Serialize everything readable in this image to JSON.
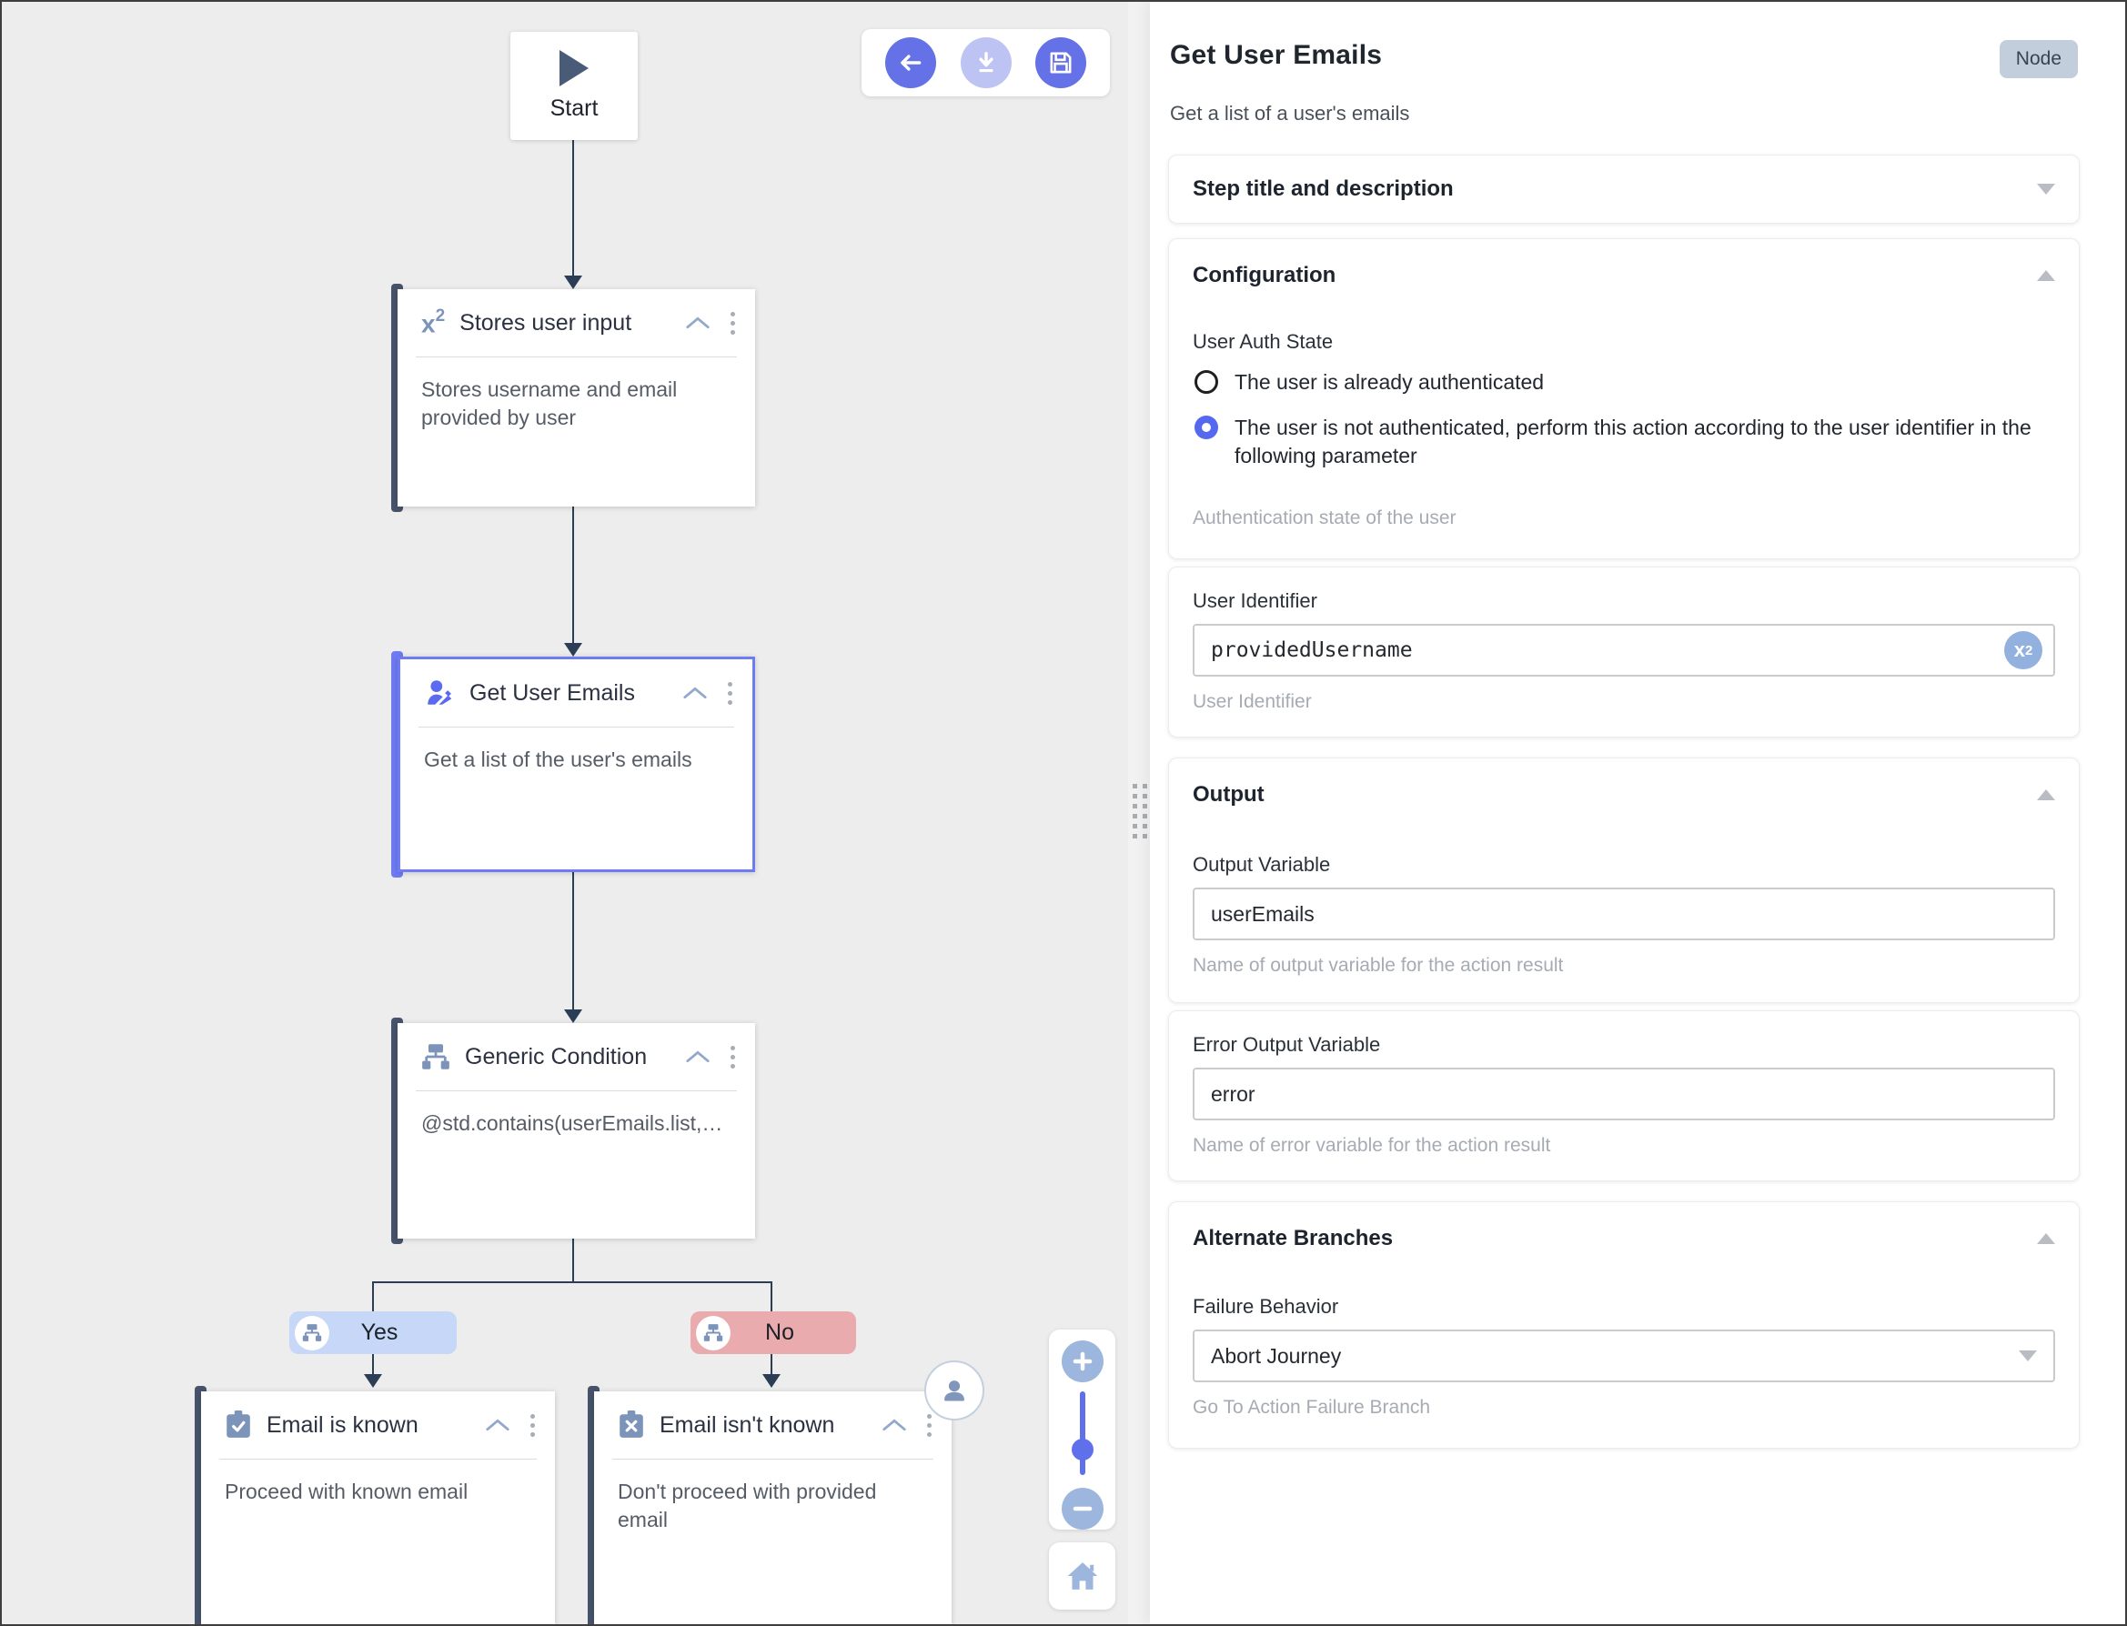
{
  "colors": {
    "accent_indigo": "#6571e6",
    "accent_indigo_light": "#bdc4f3",
    "selected_node": "#6e7bf2",
    "node_bar_slate": "#47536b",
    "icon_slate": "#7d94ba",
    "canvas_bg": "#ededed",
    "connector": "#2c3e55",
    "yes_pill_bg": "#c7d7f7",
    "no_pill_bg": "#e9abad",
    "node_badge_bg": "#c3cedd",
    "radio_selected": "#5468f0",
    "helper_gray": "#a6abb3",
    "zoom_icon_blue": "#9db6de",
    "slider_indigo": "#6070ea"
  },
  "icons": {
    "x2_base": "x",
    "x2_sup": "2"
  },
  "canvas": {
    "start": {
      "label": "Start"
    },
    "toolbar": {
      "back": "back",
      "download": "download",
      "save": "save"
    },
    "nodes": [
      {
        "title": "Stores user input",
        "description": "Stores username and email provided by user"
      },
      {
        "title": "Get User Emails",
        "description": "Get a list of the user's emails"
      },
      {
        "title": "Generic Condition",
        "description": "@std.contains(userEmails.list,…"
      },
      {
        "title": "Email is known",
        "description": "Proceed with known email"
      },
      {
        "title": "Email isn't known",
        "description": "Don't proceed with provided email"
      }
    ],
    "branches": {
      "yes": "Yes",
      "no": "No"
    }
  },
  "panel": {
    "title": "Get User Emails",
    "badge": "Node",
    "subtitle": "Get a list of a user's emails",
    "step_title": {
      "heading": "Step title and description"
    },
    "configuration": {
      "heading": "Configuration",
      "auth_label": "User Auth State",
      "option_authenticated": "The user is already authenticated",
      "option_not_authenticated": "The user is not authenticated, perform this action according to the user identifier in the following parameter",
      "auth_helper": "Authentication state of the user",
      "user_identifier": {
        "label": "User Identifier",
        "value": "providedUsername",
        "helper": "User Identifier"
      }
    },
    "output": {
      "heading": "Output",
      "output_variable": {
        "label": "Output Variable",
        "value": "userEmails",
        "helper": "Name of output variable for the action result"
      },
      "error_output_variable": {
        "label": "Error Output Variable",
        "value": "error",
        "helper": "Name of error variable for the action result"
      }
    },
    "alternate_branches": {
      "heading": "Alternate Branches",
      "failure_behavior": {
        "label": "Failure Behavior",
        "value": "Abort Journey",
        "helper": "Go To Action Failure Branch"
      }
    }
  }
}
